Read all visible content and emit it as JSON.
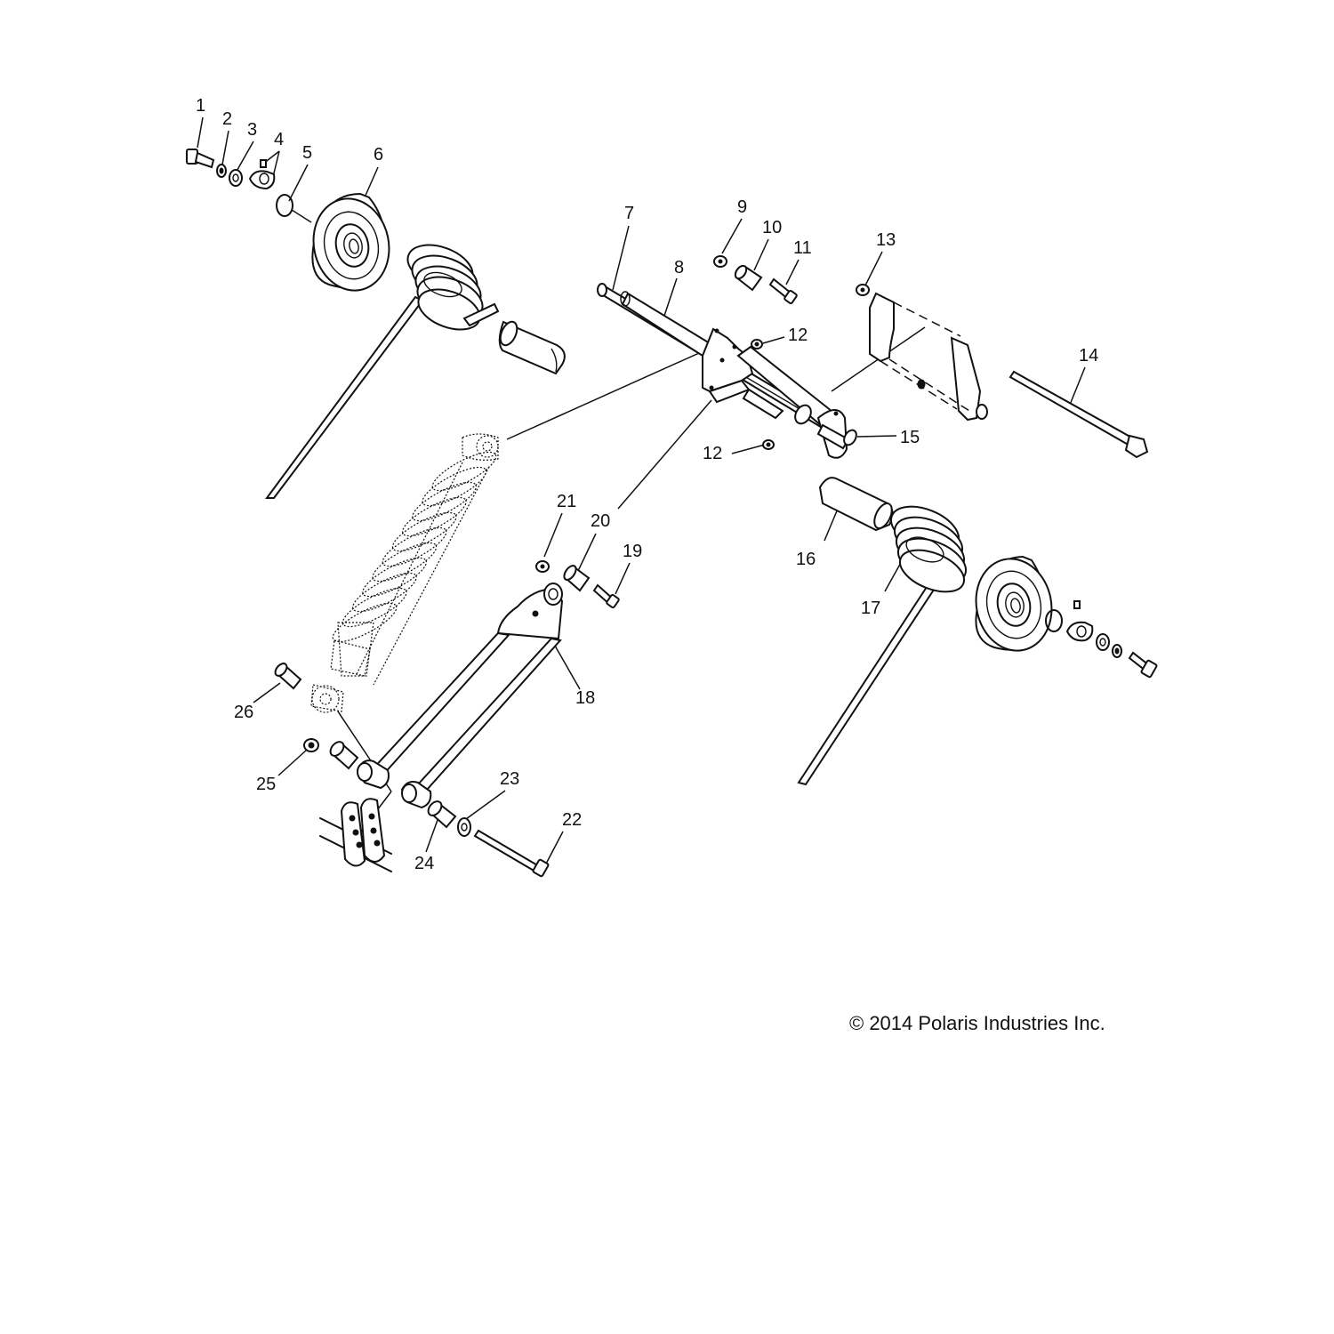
{
  "diagram": {
    "copyright": "© 2014 Polaris Industries Inc.",
    "callouts": [
      {
        "id": "c1",
        "text": "1"
      },
      {
        "id": "c2",
        "text": "2"
      },
      {
        "id": "c3",
        "text": "3"
      },
      {
        "id": "c4",
        "text": "4"
      },
      {
        "id": "c5",
        "text": "5"
      },
      {
        "id": "c6",
        "text": "6"
      },
      {
        "id": "c7",
        "text": "7"
      },
      {
        "id": "c8",
        "text": "8"
      },
      {
        "id": "c9",
        "text": "9"
      },
      {
        "id": "c10",
        "text": "10"
      },
      {
        "id": "c11",
        "text": "11"
      },
      {
        "id": "c12a",
        "text": "12"
      },
      {
        "id": "c12b",
        "text": "12"
      },
      {
        "id": "c13",
        "text": "13"
      },
      {
        "id": "c14",
        "text": "14"
      },
      {
        "id": "c15",
        "text": "15"
      },
      {
        "id": "c16",
        "text": "16"
      },
      {
        "id": "c17",
        "text": "17"
      },
      {
        "id": "c18",
        "text": "18"
      },
      {
        "id": "c19",
        "text": "19"
      },
      {
        "id": "c20",
        "text": "20"
      },
      {
        "id": "c21",
        "text": "21"
      },
      {
        "id": "c22",
        "text": "22"
      },
      {
        "id": "c23",
        "text": "23"
      },
      {
        "id": "c24",
        "text": "24"
      },
      {
        "id": "c25",
        "text": "25"
      },
      {
        "id": "c26",
        "text": "26"
      }
    ]
  }
}
